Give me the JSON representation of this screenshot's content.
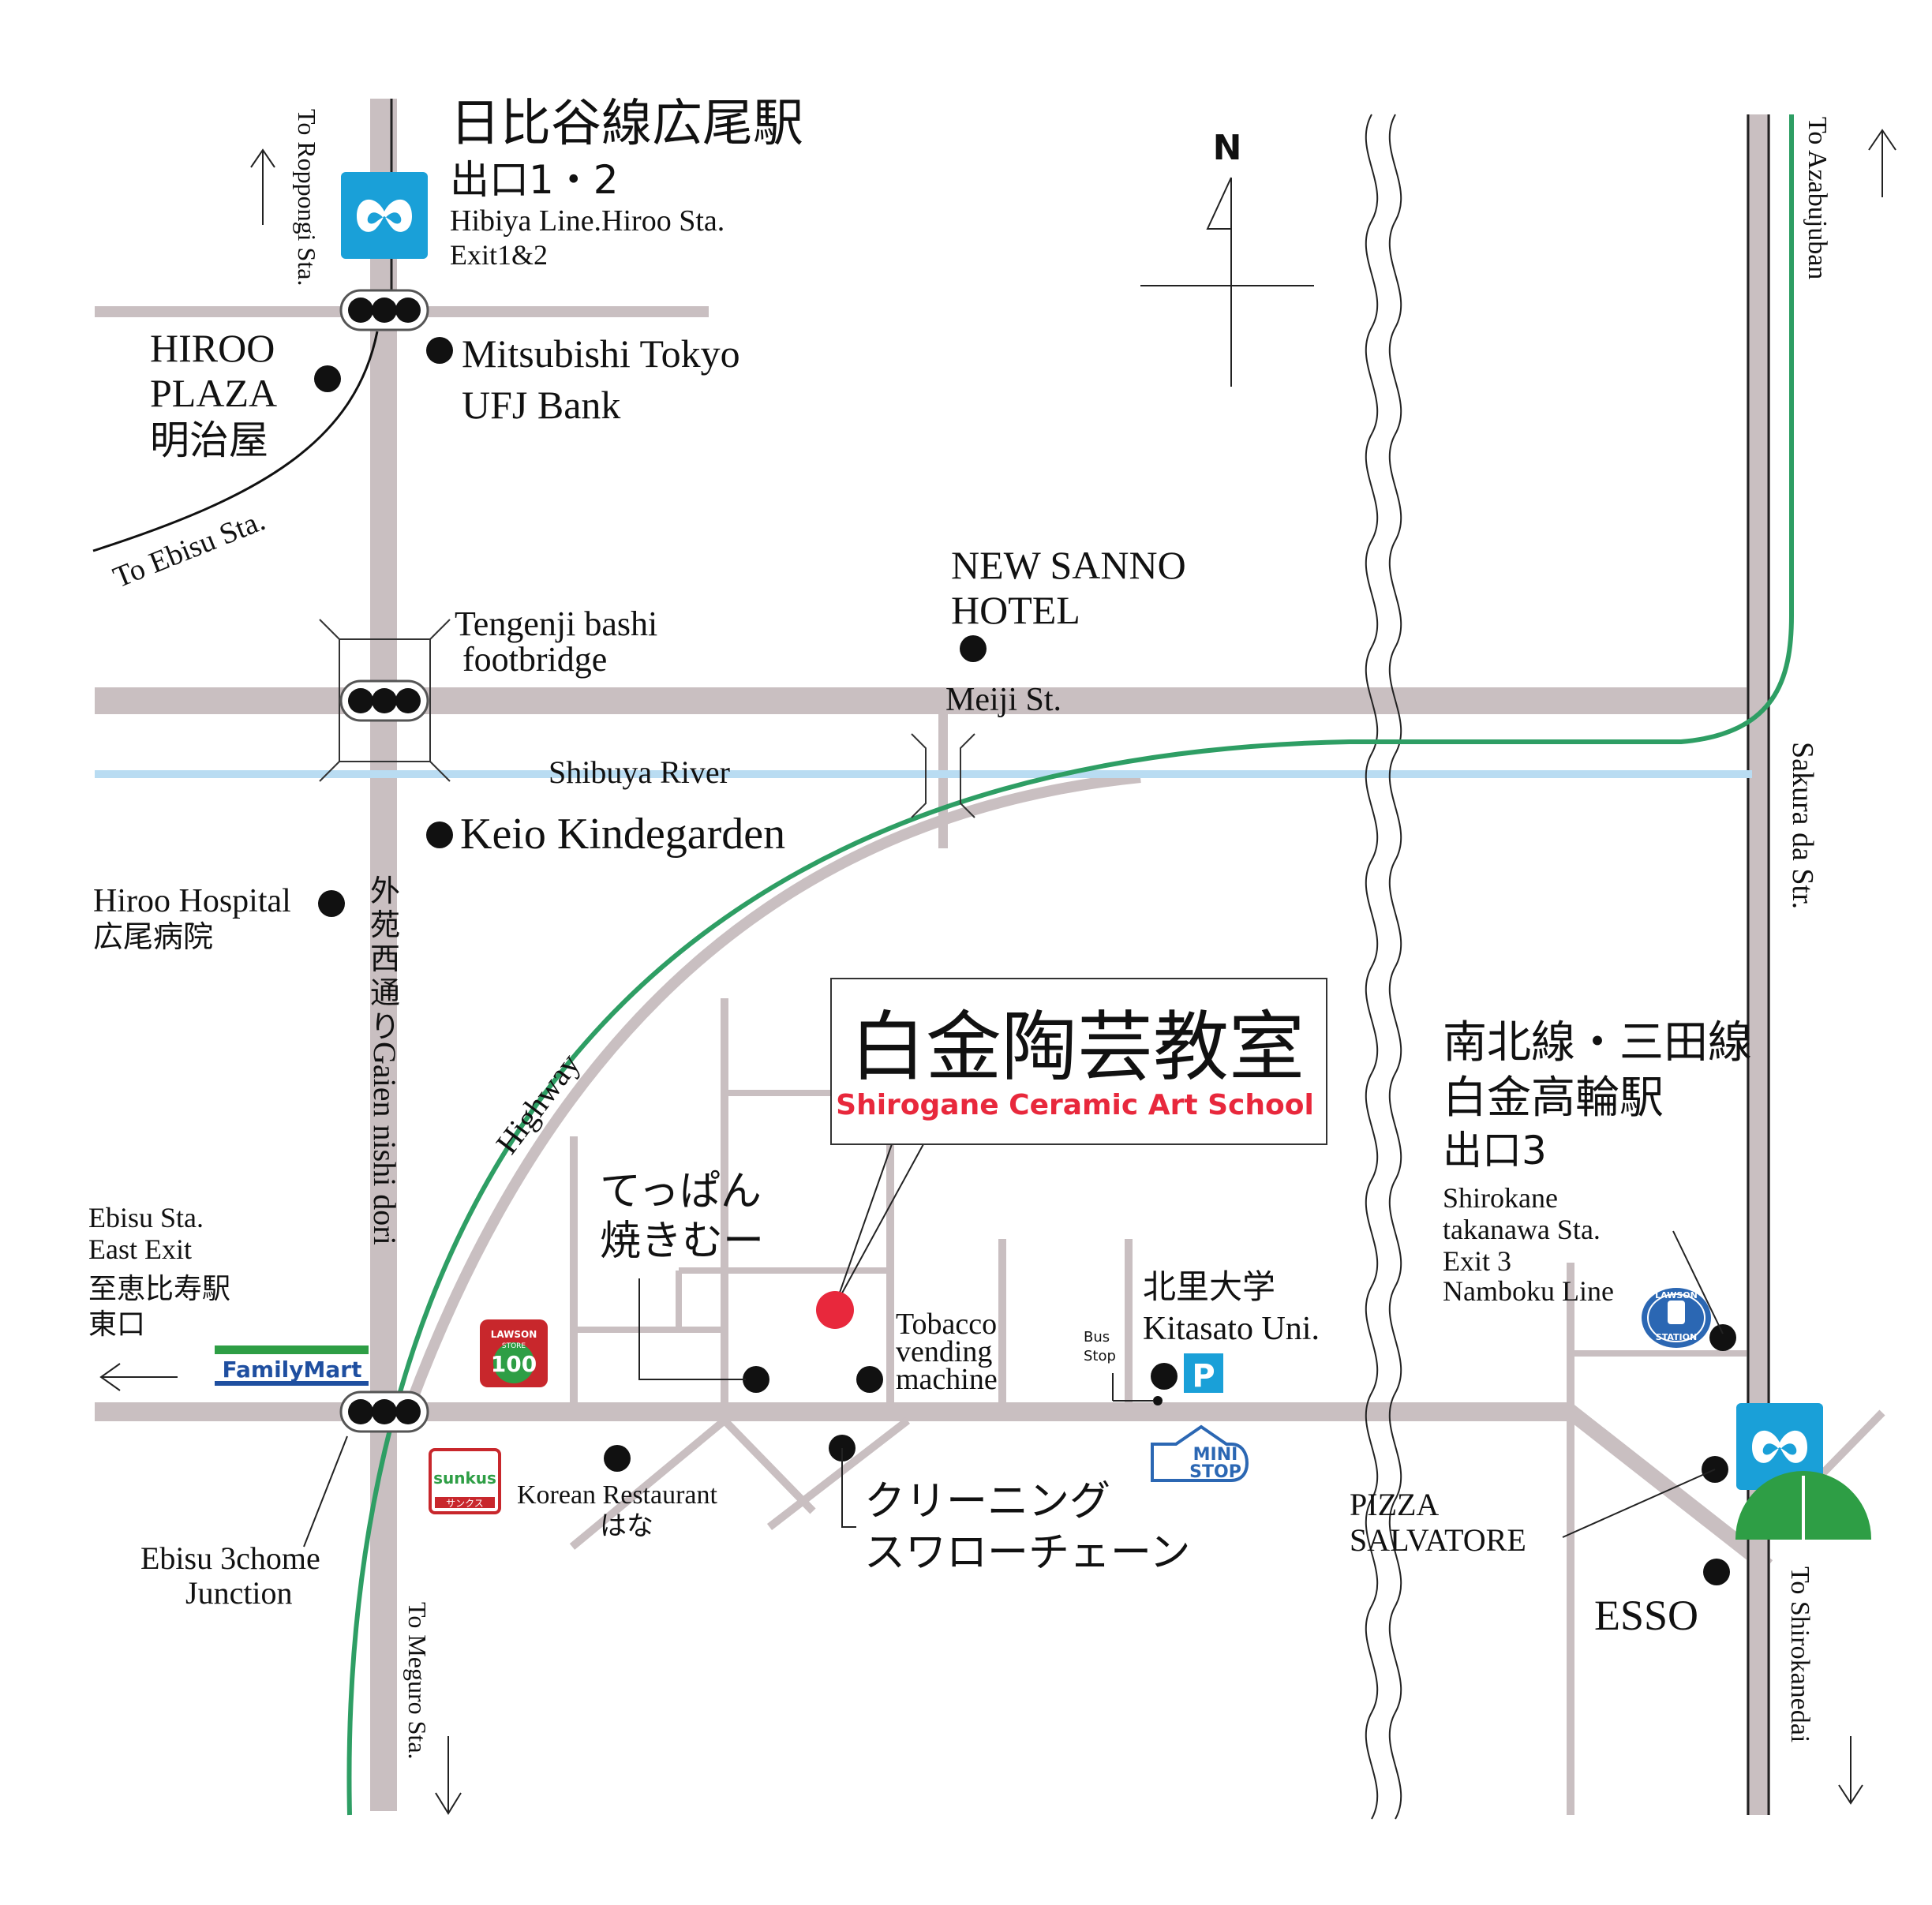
{
  "colors": {
    "road": "#c9bfc1",
    "river": "#b9dcf2",
    "railway": "#2e9e64",
    "metro": "#1aa0d8",
    "school_marker": "#e8283c",
    "school_en": "#e8283c",
    "familymart_green": "#2e9e45",
    "familymart_blue": "#1f4fa0",
    "lawson100": "#c8272c",
    "lawson_station": "#2b67b3",
    "ministop": "#2b67b3",
    "parking": "#1aa0d8"
  },
  "compass": {
    "letter": "N"
  },
  "school": {
    "name_ja": "白金陶芸教室",
    "name_en": "Shirogane Ceramic Art School"
  },
  "stations": {
    "hiroo": {
      "ja": "日比谷線広尾駅",
      "exit_ja": "出口1・2",
      "en": "Hibiya Line.Hiroo Sta.",
      "exit_en": "Exit1&2",
      "icon": "tokyo-metro-icon"
    },
    "shirokane": {
      "ja1": "南北線・三田線",
      "ja2": "白金高輪駅",
      "exit_ja": "出口3",
      "en1": "Shirokane",
      "en2": "takanawa Sta.",
      "en3": "Exit 3",
      "en4": "Namboku Line",
      "icon": "tokyo-metro-icon"
    }
  },
  "directions": {
    "roppongi": "To Roppongi Sta.",
    "ebisu": "To Ebisu Sta.",
    "azabujuban": "To Azabujuban",
    "meguro": "To Meguro Sta.",
    "shirokanedai": "To Shirokanedai"
  },
  "roads": {
    "meiji": "Meiji St.",
    "gaien_ja": [
      "外",
      "苑",
      "西",
      "通",
      "り"
    ],
    "gaien_en": "Gaien nishi dori",
    "sakura": "Sakura da Str.",
    "highway": "Highway"
  },
  "river": {
    "name": "Shibuya River"
  },
  "footbridge": {
    "line1": "Tengenji bashi",
    "line2": "footbridge"
  },
  "landmarks": {
    "hiroo_plaza": [
      "HIROO",
      "PLAZA",
      "明治屋"
    ],
    "mufg": [
      "Mitsubishi Tokyo",
      "UFJ Bank"
    ],
    "new_sanno": [
      "NEW SANNO",
      "HOTEL"
    ],
    "keio": "Keio Kindegarden",
    "hiroo_hospital": [
      "Hiroo Hospital",
      "広尾病院"
    ],
    "ebisu_east": [
      "Ebisu Sta.",
      "East Exit",
      "至恵比寿駅",
      "東口"
    ],
    "ebisu_junction": [
      "Ebisu 3chome",
      "Junction"
    ],
    "teppan": [
      "てっぱん",
      "焼きむー"
    ],
    "tobacco": [
      "Tobacco",
      "vending",
      "machine"
    ],
    "kitasato": [
      "北里大学",
      "Kitasato Uni."
    ],
    "bus_stop": [
      "Bus",
      "Stop"
    ],
    "korean": [
      "Korean Restaurant",
      "はな"
    ],
    "cleaning": [
      "クリーニング",
      "スワローチェーン"
    ],
    "pizza": [
      "PIZZA",
      "SALVATORE"
    ],
    "esso": "ESSO"
  },
  "logos": {
    "familymart": "FamilyMart",
    "lawson100_top": "LAWSON",
    "lawson100_sub": "STORE",
    "lawson100_num": "100",
    "sunkus": "sunkus",
    "sunkus_ja": "サンクス",
    "ministop": [
      "MINI",
      "STOP"
    ],
    "lawson_station": [
      "LAWSON",
      "STATION"
    ],
    "parking": "P"
  }
}
